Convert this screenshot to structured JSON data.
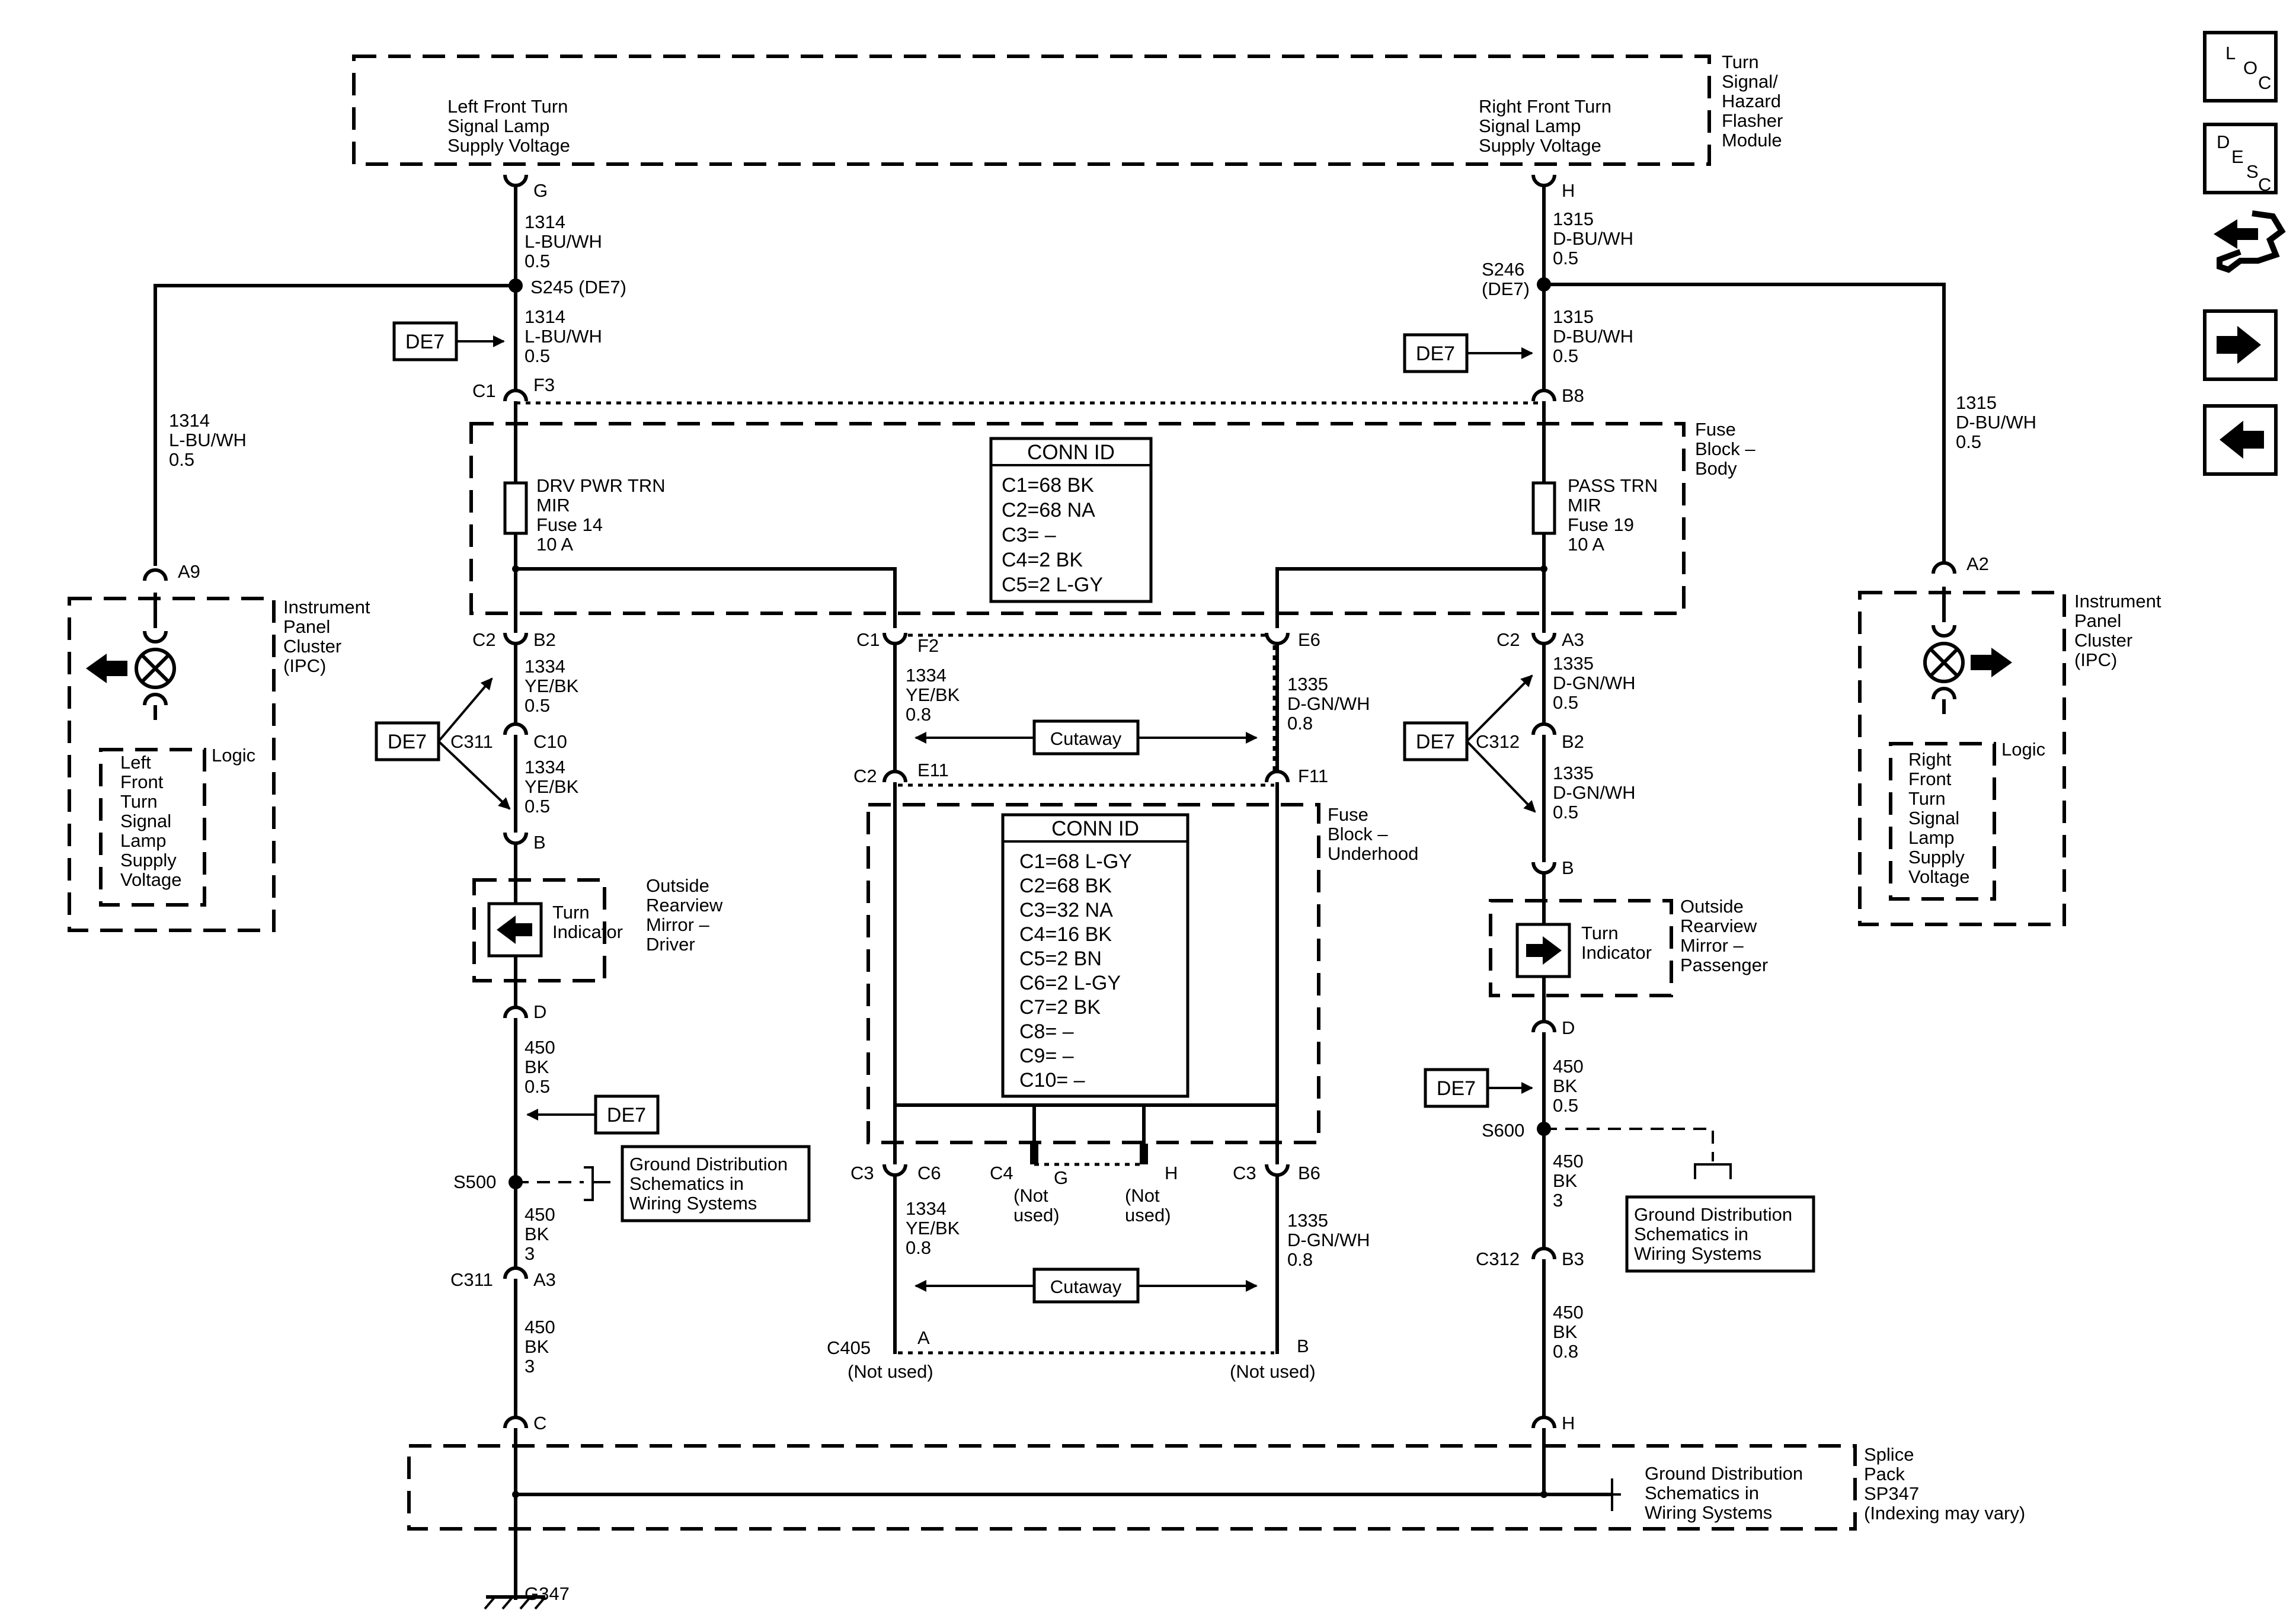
{
  "modules": {
    "flasher": {
      "name": [
        "Turn",
        "Signal/",
        "Hazard",
        "Flasher",
        "Module"
      ],
      "left_circuit": [
        "Left Front Turn",
        "Signal Lamp",
        "Supply Voltage"
      ],
      "right_circuit": [
        "Right Front Turn",
        "Signal Lamp",
        "Supply Voltage"
      ]
    },
    "fuse_body": {
      "name": [
        "Fuse",
        "Block –",
        "Body"
      ],
      "fuse_left": [
        "DRV PWR TRN",
        "MIR",
        "Fuse 14",
        "10 A"
      ],
      "fuse_right": [
        "PASS TRN",
        "MIR",
        "Fuse 19",
        "10 A"
      ],
      "conn_title": "CONN ID",
      "conn": [
        "C1=68 BK",
        "C2=68 NA",
        "C3= –",
        "C4=2 BK",
        "C5=2 L-GY"
      ]
    },
    "fuse_underhood": {
      "name": [
        "Fuse",
        "Block –",
        "Underhood"
      ],
      "conn_title": "CONN ID",
      "conn": [
        "C1=68 L-GY",
        "C2=68 BK",
        "C3=32 NA",
        "C4=16 BK",
        "C5=2 BN",
        "C6=2 L-GY",
        "C7=2 BK",
        "C8= –",
        "C9= –",
        "C10= –"
      ]
    },
    "ipc_left": {
      "name": [
        "Instrument",
        "Panel",
        "Cluster",
        "(IPC)"
      ],
      "logic": "Logic",
      "text": [
        "Left",
        "Front",
        "Turn",
        "Signal",
        "Lamp",
        "Supply",
        "Voltage"
      ],
      "pin": "A9"
    },
    "ipc_right": {
      "name": [
        "Instrument",
        "Panel",
        "Cluster",
        "(IPC)"
      ],
      "logic": "Logic",
      "text": [
        "Right",
        "Front",
        "Turn",
        "Signal",
        "Lamp",
        "Supply",
        "Voltage"
      ],
      "pin": "A2"
    },
    "mirror_driver": {
      "name": [
        "Outside",
        "Rearview",
        "Mirror –",
        "Driver"
      ],
      "indicator": [
        "Turn",
        "Indicator"
      ]
    },
    "mirror_passenger": {
      "name": [
        "Outside",
        "Rearview",
        "Mirror –",
        "Passenger"
      ],
      "indicator": [
        "Turn",
        "Indicator"
      ]
    },
    "splice_pack": {
      "name": [
        "Splice",
        "Pack",
        "SP347",
        "(Indexing may vary)"
      ]
    }
  },
  "ground_ref": [
    "Ground Distribution",
    "Schematics in",
    "Wiring Systems"
  ],
  "ground": "G347",
  "cutaway": "Cutaway",
  "ref_tag": "DE7",
  "not_used": [
    "(Not",
    "used)"
  ],
  "not_used_single": "(Not used)",
  "splices": {
    "s245": "S245 (DE7)",
    "s246": [
      "S246",
      "(DE7)"
    ],
    "s500": "S500",
    "s600": "S600"
  },
  "wires": {
    "w1314_top": [
      "1314",
      "L-BU/WH",
      "0.5"
    ],
    "w1314_mid": [
      "1314",
      "L-BU/WH",
      "0.5"
    ],
    "w1314_ipc": [
      "1314",
      "L-BU/WH",
      "0.5"
    ],
    "w1315_top": [
      "1315",
      "D-BU/WH",
      "0.5"
    ],
    "w1315_mid": [
      "1315",
      "D-BU/WH",
      "0.5"
    ],
    "w1315_ipc": [
      "1315",
      "D-BU/WH",
      "0.5"
    ],
    "w1334_a": [
      "1334",
      "YE/BK",
      "0.5"
    ],
    "w1334_b": [
      "1334",
      "YE/BK",
      "0.5"
    ],
    "w1334_c": [
      "1334",
      "YE/BK",
      "0.8"
    ],
    "w1334_d": [
      "1334",
      "YE/BK",
      "0.8"
    ],
    "w1335_a": [
      "1335",
      "D-GN/WH",
      "0.5"
    ],
    "w1335_b": [
      "1335",
      "D-GN/WH",
      "0.5"
    ],
    "w1335_c": [
      "1335",
      "D-GN/WH",
      "0.8"
    ],
    "w1335_d": [
      "1335",
      "D-GN/WH",
      "0.8"
    ],
    "w450_a": [
      "450",
      "BK",
      "0.5"
    ],
    "w450_b": [
      "450",
      "BK",
      "3"
    ],
    "w450_c": [
      "450",
      "BK",
      "3"
    ],
    "w450_d": [
      "450",
      "BK",
      "0.5"
    ],
    "w450_e": [
      "450",
      "BK",
      "3"
    ],
    "w450_f": [
      "450",
      "BK",
      "0.8"
    ]
  },
  "connectors": {
    "G": "G",
    "H": "H",
    "C1": "C1",
    "F3": "F3",
    "B8": "B8",
    "C2": "C2",
    "B2": "B2",
    "A3": "A3",
    "C311": "C311",
    "C10": "C10",
    "C312": "C312",
    "B2b": "B2",
    "B": "B",
    "D": "D",
    "A3b": "A3",
    "B3": "B3",
    "C": "C",
    "Hb": "H",
    "F2": "F2",
    "E6": "E6",
    "E11": "E11",
    "F11": "F11",
    "C3": "C3",
    "C6": "C6",
    "B6": "B6",
    "C4": "C4",
    "Gu": "G",
    "Hu": "H",
    "C405": "C405",
    "A": "A",
    "Bc": "B"
  },
  "nav_icons": [
    "loc-icon",
    "desc-icon",
    "tools-icon",
    "next-arrow-icon",
    "prev-arrow-icon"
  ],
  "nav_loc": [
    "L",
    "O",
    "C"
  ],
  "nav_desc": [
    "D",
    "E",
    "S",
    "C"
  ]
}
